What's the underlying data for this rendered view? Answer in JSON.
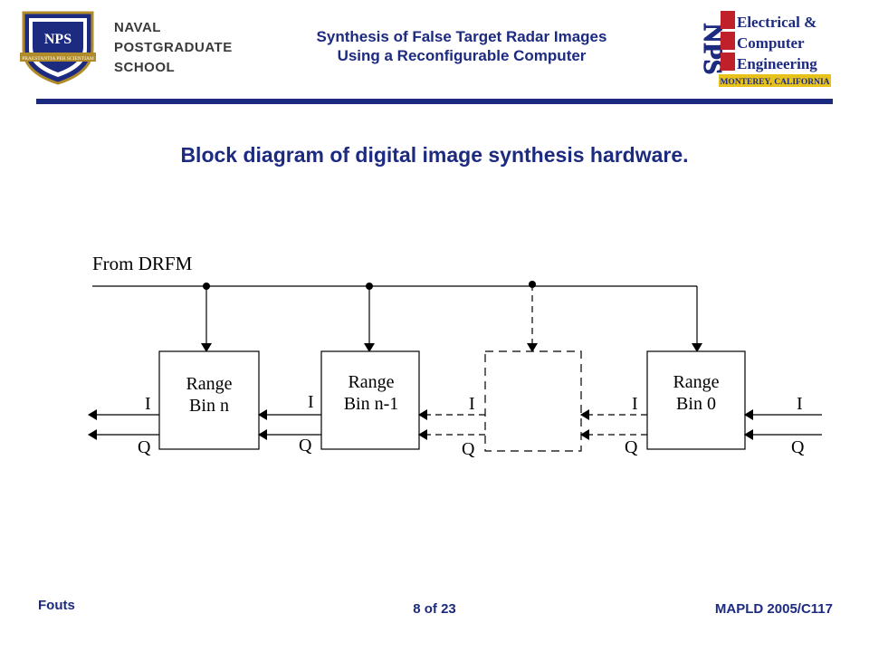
{
  "header": {
    "school_lines": [
      "NAVAL",
      "POSTGRADUATE",
      "SCHOOL"
    ],
    "seal_text": "NPS",
    "seal_motto": "PRAESTANTIA PER SCIENTIAM",
    "title_line1": "Synthesis of False Target Radar Images",
    "title_line2": "Using a Reconfigurable Computer",
    "ece_big": "NPS",
    "ece_lines": [
      "Electrical &",
      "Computer",
      "Engineering"
    ],
    "ece_location": "MONTEREY, CALIFORNIA"
  },
  "slide": {
    "title": "Block diagram of digital image synthesis hardware."
  },
  "diagram": {
    "source_label": "From DRFM",
    "blocks": [
      {
        "line1": "Range",
        "line2": "Bin n",
        "dashed": false
      },
      {
        "line1": "Range",
        "line2": "Bin n-1",
        "dashed": false
      },
      {
        "line1": "",
        "line2": "",
        "dashed": true
      },
      {
        "line1": "Range",
        "line2": "Bin 0",
        "dashed": false
      }
    ],
    "i_label": "I",
    "q_label": "Q"
  },
  "footer": {
    "author": "Fouts",
    "page": "8 of 23",
    "conference": "MAPLD 2005/C117"
  },
  "colors": {
    "navy": "#1c2a80",
    "ece_red": "#c0202a",
    "ece_gold": "#e7c21b"
  }
}
